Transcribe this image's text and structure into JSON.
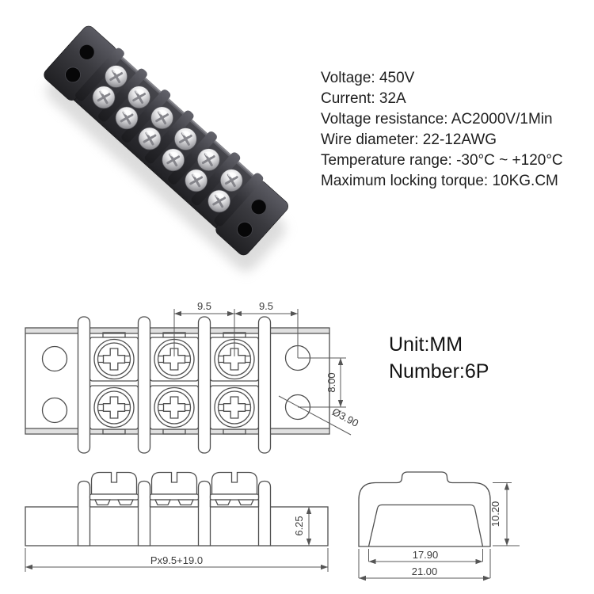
{
  "specs": {
    "lines": [
      "Voltage: 450V",
      "Current: 32A",
      "Voltage resistance: AC2000V/1Min",
      "Wire diameter: 22-12AWG",
      "Temperature range: -30°C ~ +120°C",
      "Maximum locking torque: 10KG.CM"
    ]
  },
  "info": {
    "unit_label": "Unit:MM",
    "number_label": "Number:6P"
  },
  "drawing": {
    "front": {
      "pitch_left": "9.5",
      "pitch_right": "9.5",
      "hole_spacing": "8.00",
      "hole_diameter": "Ø3.90"
    },
    "side": {
      "base_height": "6.25",
      "total_length": "Px9.5+19.0"
    },
    "end": {
      "inner_width": "17.90",
      "outer_width": "21.00",
      "height": "10.20"
    }
  },
  "colors": {
    "drawing_line": "#4f4f4f",
    "dimension_line": "#555555",
    "text": "#1e1e1e",
    "block_body": "#2f2f33",
    "screw_silver": "#c9c9cc",
    "background": "#ffffff"
  }
}
